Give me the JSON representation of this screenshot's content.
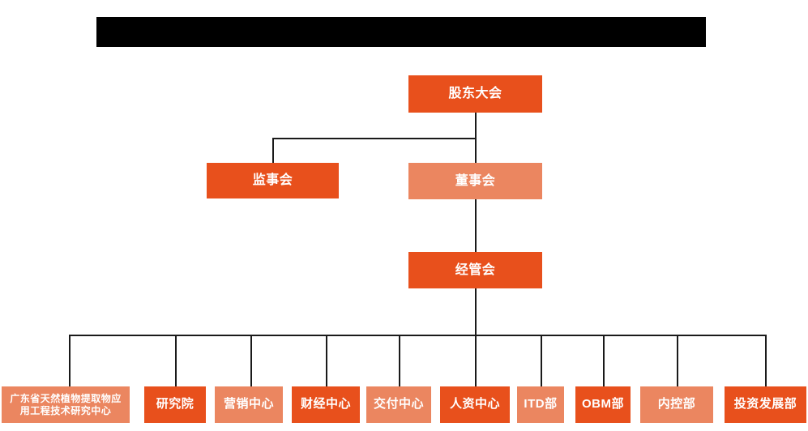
{
  "diagram": {
    "type": "org-chart",
    "title_bar": {
      "name": "redacted-title-bar",
      "text": "",
      "color": "#000000"
    },
    "colors": {
      "dark_orange": "#E8501C",
      "light_orange": "#EB8660",
      "connector": "#1a1a1a",
      "background": "#ffffff"
    },
    "levels": [
      {
        "level": 1,
        "nodes": [
          {
            "id": "shareholders-meeting",
            "label": "股东大会",
            "tone": "dark"
          }
        ]
      },
      {
        "level": 2,
        "nodes": [
          {
            "id": "board-of-supervisors",
            "label": "监事会",
            "tone": "dark"
          },
          {
            "id": "board-of-directors",
            "label": "董事会",
            "tone": "light"
          }
        ]
      },
      {
        "level": 3,
        "nodes": [
          {
            "id": "management-committee",
            "label": "经管会",
            "tone": "dark"
          }
        ]
      },
      {
        "level": 4,
        "nodes": [
          {
            "id": "research-center-gd",
            "label_line1": "广东省天然植物提取物应",
            "label_line2": "用工程技术研究中心",
            "tone": "light"
          },
          {
            "id": "research-institute",
            "label": "研究院",
            "tone": "dark"
          },
          {
            "id": "marketing-center",
            "label": "营销中心",
            "tone": "light"
          },
          {
            "id": "finance-center",
            "label": "财经中心",
            "tone": "dark"
          },
          {
            "id": "delivery-center",
            "label": "交付中心",
            "tone": "light"
          },
          {
            "id": "hr-center",
            "label": "人资中心",
            "tone": "dark"
          },
          {
            "id": "itd-department",
            "label": "ITD部",
            "tone": "light"
          },
          {
            "id": "obm-department",
            "label": "OBM部",
            "tone": "dark"
          },
          {
            "id": "internal-control-department",
            "label": "内控部",
            "tone": "light"
          },
          {
            "id": "investment-development-department",
            "label": "投资发展部",
            "tone": "dark"
          }
        ]
      }
    ]
  }
}
